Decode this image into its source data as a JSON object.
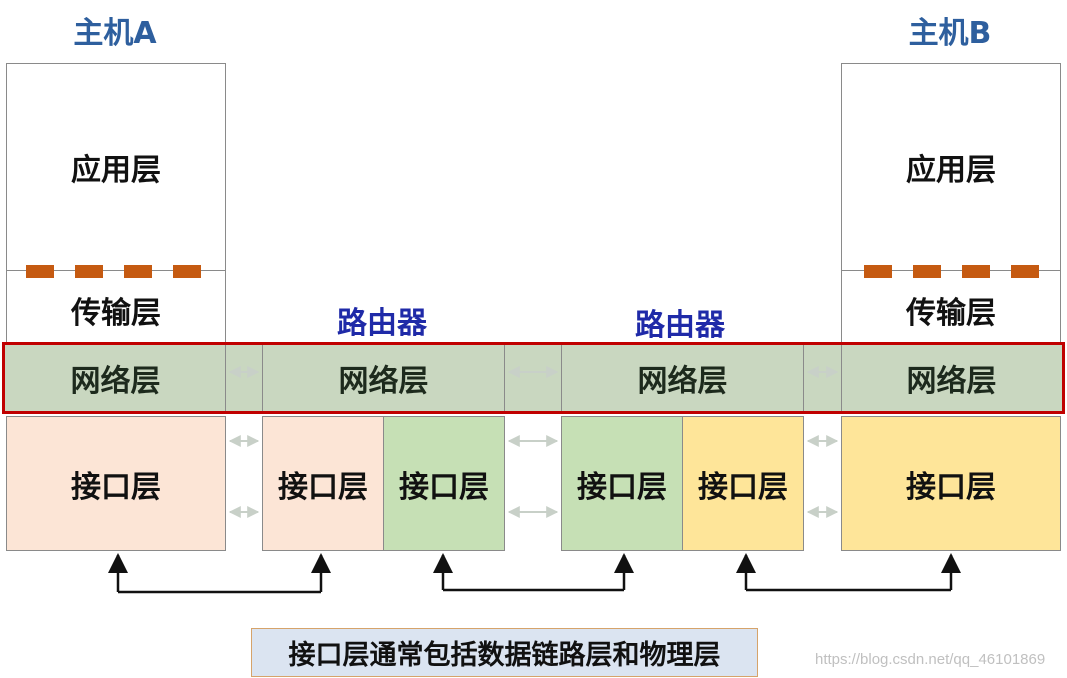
{
  "host_a": {
    "title": "主机A",
    "app": "应用层",
    "transport": "传输层",
    "network": "网络层",
    "interface": "接口层"
  },
  "host_b": {
    "title": "主机B",
    "app": "应用层",
    "transport": "传输层",
    "network": "网络层",
    "interface": "接口层"
  },
  "router_1": {
    "title": "路由器",
    "network": "网络层",
    "interface_left": "接口层",
    "interface_right": "接口层"
  },
  "router_2": {
    "title": "路由器",
    "network": "网络层",
    "interface_left": "接口层",
    "interface_right": "接口层"
  },
  "note": "接口层通常包括数据链路层和物理层",
  "watermark": "https://blog.csdn.net/qq_46101869",
  "colors": {
    "host_title": "#2e5f9e",
    "router_title": "#1f2aa8",
    "network_fill": "#c9d7c0",
    "network_highlight": "#c00000",
    "interface_pink": "#fce5d6",
    "interface_green": "#c6e0b5",
    "interface_yellow": "#fee599",
    "dash": "#c55a11",
    "note_fill": "#dbe4f1"
  }
}
